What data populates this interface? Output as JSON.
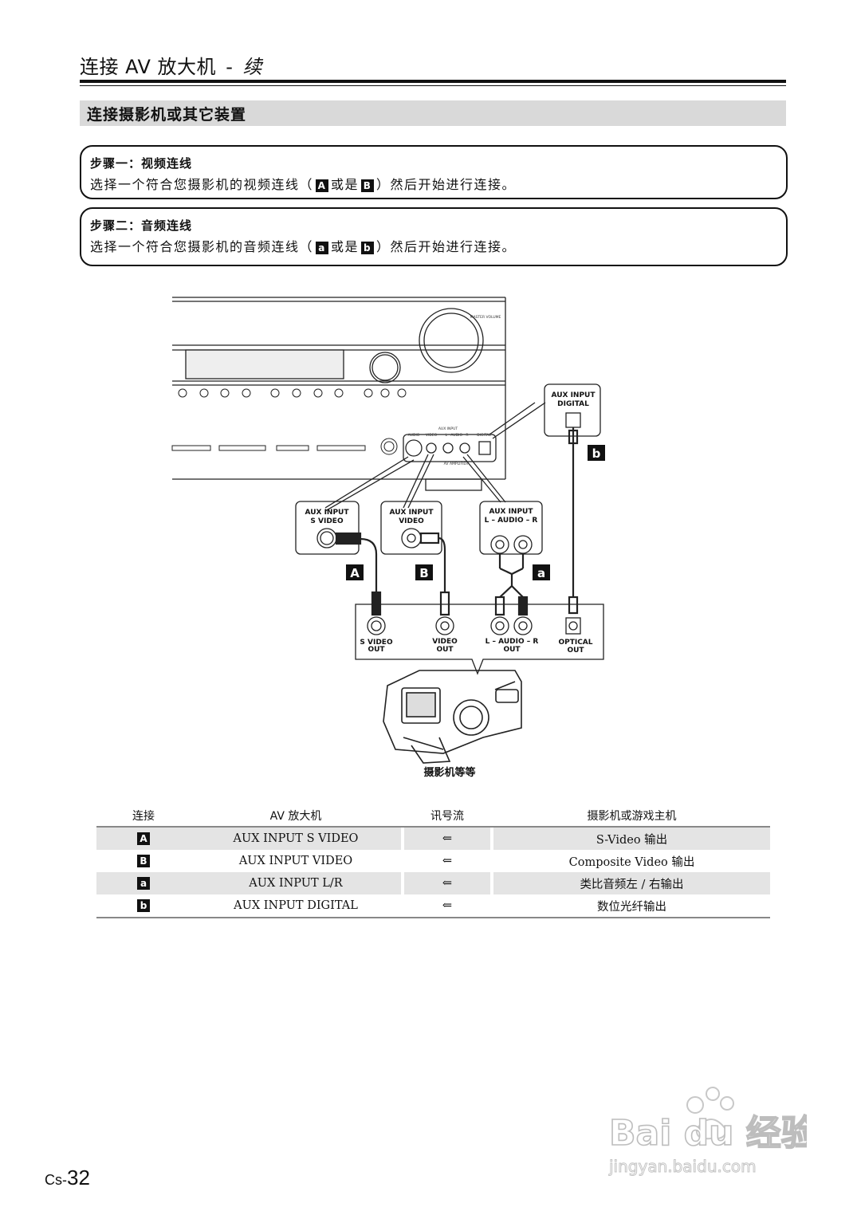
{
  "header": {
    "title": "连接 AV 放大机",
    "separator": "-",
    "continued": "续"
  },
  "section": {
    "title": "连接摄影机或其它装置"
  },
  "steps": [
    {
      "title": "步骤一：视频连线",
      "desc_before": "选择一个符合您摄影机的视频连线（",
      "key1": "A",
      "middle": "或是",
      "key2": "B",
      "desc_after": "）然后开始进行连接。"
    },
    {
      "title": "步骤二：音频连线",
      "desc_before": "选择一个符合您摄影机的音频连线（",
      "key1": "a",
      "middle": "或是",
      "key2": "b",
      "desc_after": "）然后开始进行连接。"
    }
  ],
  "diagram": {
    "receiver_labels": {
      "master_volume": "MASTER VOLUME",
      "aux_input": "AUX INPUT",
      "audio": "AUDIO",
      "video": "VIDEO",
      "l_audio_r": "L · AUDIO · R",
      "digital": "DIGITAL",
      "model": "AV AMPLIFIER"
    },
    "amp_ports": {
      "svideo": [
        "AUX INPUT",
        "S VIDEO"
      ],
      "video": [
        "AUX INPUT",
        "VIDEO"
      ],
      "audio": [
        "AUX INPUT",
        "L – AUDIO – R"
      ],
      "digital": [
        "AUX INPUT",
        "DIGITAL"
      ]
    },
    "connection_keys": [
      "A",
      "B",
      "a",
      "b"
    ],
    "camera_outputs": {
      "svideo": [
        "S VIDEO",
        "OUT"
      ],
      "video": [
        "VIDEO",
        "OUT"
      ],
      "audio": [
        "L – AUDIO – R",
        "OUT"
      ],
      "optical": [
        "OPTICAL",
        "OUT"
      ]
    },
    "camera_caption": "摄影机等等"
  },
  "table": {
    "headers": [
      "连接",
      "AV 放大机",
      "讯号流",
      "摄影机或游戏主机"
    ],
    "rows": [
      {
        "key": "A",
        "amp": "AUX INPUT S VIDEO",
        "flow": "⇐",
        "device": "S-Video 输出"
      },
      {
        "key": "B",
        "amp": "AUX INPUT VIDEO",
        "flow": "⇐",
        "device": "Composite Video 输出"
      },
      {
        "key": "a",
        "amp": "AUX INPUT L/R",
        "flow": "⇐",
        "device": "类比音频左 / 右输出"
      },
      {
        "key": "b",
        "amp": "AUX INPUT DIGITAL",
        "flow": "⇐",
        "device": "数位光纤输出"
      }
    ]
  },
  "footer": {
    "page_prefix": "Cs-",
    "page_number": "32"
  },
  "watermark": {
    "brand": "Bai du 经验",
    "url": "jingyan.baidu.com"
  }
}
